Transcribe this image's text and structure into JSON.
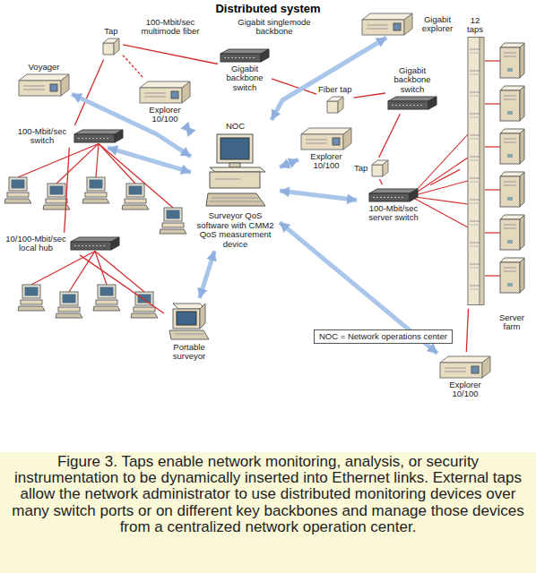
{
  "diagram": {
    "title": "Distributed system",
    "caption": "Figure 3. Taps enable network monitoring, analysis, or security instrumentation to be dynamically inserted into Ethernet links. External taps allow the network administrator to use distributed monitoring devices over many switch ports or on different key backbones and manage those devices from a centralized network operation center.",
    "nodes": [
      {
        "text": [
          "Tap"
        ]
      },
      {
        "text": [
          "Gigabit backbone switch"
        ]
      },
      {
        "text": [
          "Gigabit explorer"
        ]
      },
      {
        "text": [
          "Voyager"
        ]
      },
      {
        "text": [
          "Explorer 10/100"
        ]
      },
      {
        "text": [
          "Fiber tap"
        ]
      },
      {
        "text": [
          "Gigabit backbone switch"
        ]
      },
      {
        "text": [
          "12 taps"
        ]
      },
      {
        "text": [
          "100-Mbit/sec switch"
        ]
      },
      {
        "text": [
          "NOC",
          "Surveyor QoS software with CMM2 QoS measurement device"
        ]
      },
      {
        "text": [
          "Explorer 10/100"
        ]
      },
      {
        "text": [
          "Tap"
        ]
      },
      {
        "text": [
          "100-Mbit/sec server switch"
        ]
      },
      {
        "text": [
          "10/100-Mbit/sec local hub"
        ]
      },
      {
        "text": [
          "Portable surveyor"
        ]
      },
      {
        "text": [
          "Explorer 10/100"
        ]
      },
      {
        "text": [
          "NOC = Network operations center"
        ]
      }
    ],
    "edges": [
      {
        "from": 0,
        "to": 1,
        "arrow": "none",
        "label": "100-Mbit/sec multimode fiber"
      },
      {
        "from": 1,
        "to": 5,
        "arrow": "none"
      },
      {
        "from": 5,
        "to": 6,
        "arrow": "none"
      },
      {
        "from": 0,
        "to": 8,
        "arrow": "none"
      },
      {
        "from": 0,
        "to": 4,
        "arrow": "none"
      },
      {
        "from": 8,
        "to": 13,
        "arrow": "none"
      },
      {
        "from": 6,
        "to": 11,
        "arrow": "none"
      },
      {
        "from": 11,
        "to": 12,
        "arrow": "none"
      },
      {
        "from": 12,
        "to": 7,
        "arrow": "none"
      },
      {
        "from": 7,
        "to": 15,
        "arrow": "none"
      },
      {
        "from": 13,
        "to": 14,
        "arrow": "none"
      },
      {
        "from": 9,
        "to": 3,
        "arrow": "both"
      },
      {
        "from": 9,
        "to": 4,
        "arrow": "both"
      },
      {
        "from": 9,
        "to": 2,
        "arrow": "both"
      },
      {
        "from": 9,
        "to": 10,
        "arrow": "both"
      },
      {
        "from": 9,
        "to": 12,
        "arrow": "both"
      },
      {
        "from": 9,
        "to": 15,
        "arrow": "both"
      },
      {
        "from": 9,
        "to": 14,
        "arrow": "both"
      },
      {
        "from": 9,
        "to": 8,
        "arrow": "both"
      }
    ],
    "labels": [
      "Gigabit singlemode backbone",
      "Server farm"
    ]
  }
}
